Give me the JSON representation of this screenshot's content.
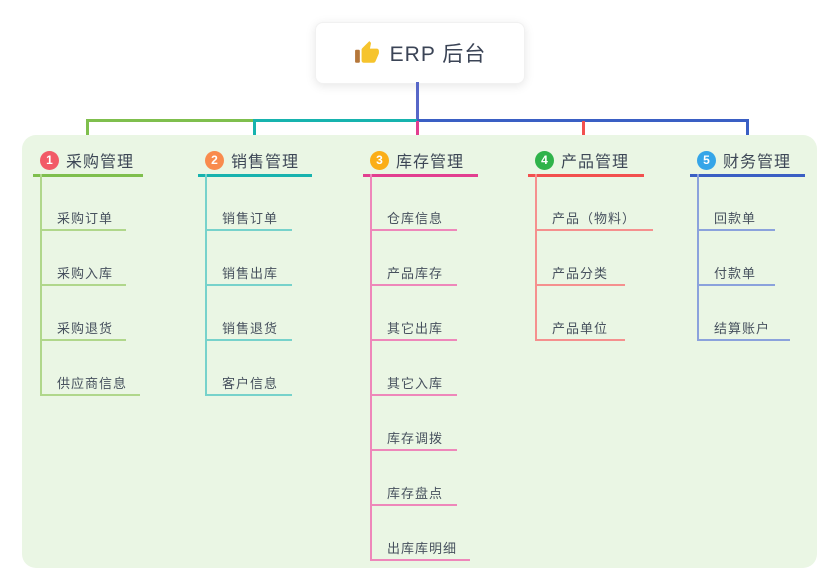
{
  "root": {
    "label": "ERP 后台",
    "icon": "thumbs-up-icon"
  },
  "panel_background": "#eaf6e4",
  "root_connector_color": "#5767c8",
  "branches": [
    {
      "num": "1",
      "label": "采购管理",
      "badge_color": "#f25a66",
      "line_color": "#7fbf4d",
      "child_line_color": "#b0d78b",
      "children": [
        "采购订单",
        "采购入库",
        "采购退货",
        "供应商信息"
      ]
    },
    {
      "num": "2",
      "label": "销售管理",
      "badge_color": "#f98b4d",
      "line_color": "#17b3ae",
      "child_line_color": "#77d2cb",
      "children": [
        "销售订单",
        "销售出库",
        "销售退货",
        "客户信息"
      ]
    },
    {
      "num": "3",
      "label": "库存管理",
      "badge_color": "#fbae17",
      "line_color": "#e23f90",
      "child_line_color": "#ee87ba",
      "children": [
        "仓库信息",
        "产品库存",
        "其它出库",
        "其它入库",
        "库存调拨",
        "库存盘点",
        "出库库明细"
      ]
    },
    {
      "num": "4",
      "label": "产品管理",
      "badge_color": "#2fb34a",
      "line_color": "#f2504e",
      "child_line_color": "#f5908e",
      "children": [
        "产品（物料）",
        "产品分类",
        "产品单位"
      ]
    },
    {
      "num": "5",
      "label": "财务管理",
      "badge_color": "#35a5e8",
      "line_color": "#3a5fc4",
      "child_line_color": "#8ba2dc",
      "children": [
        "回款单",
        "付款单",
        "结算账户"
      ]
    }
  ]
}
